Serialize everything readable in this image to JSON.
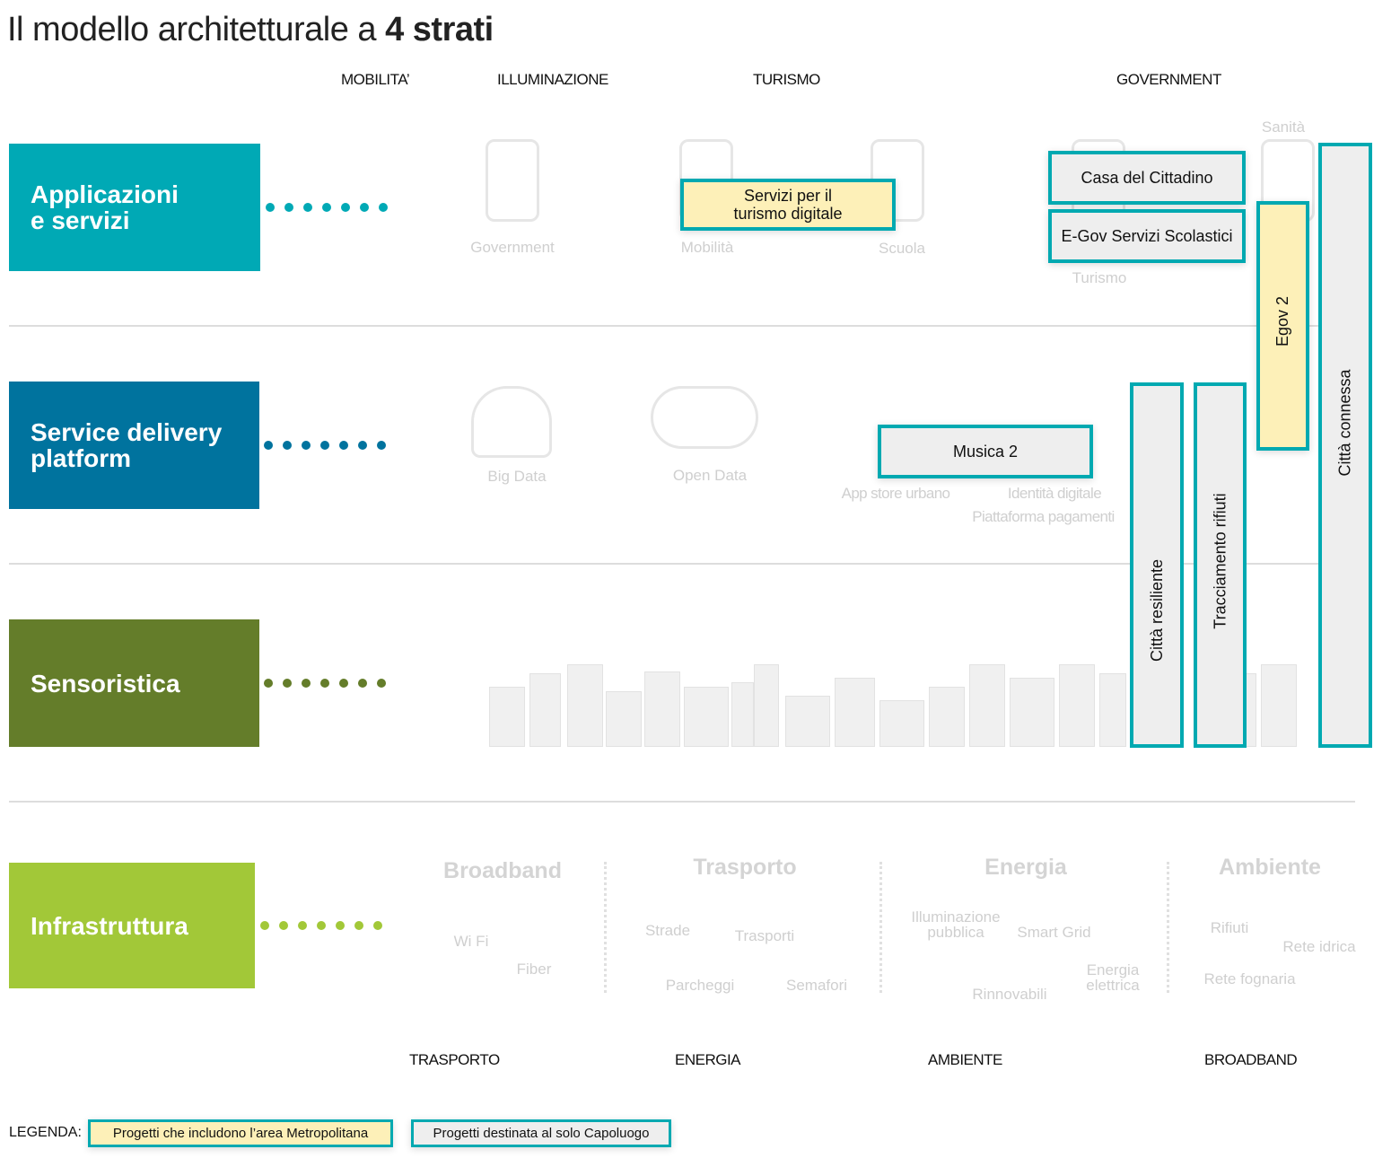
{
  "title": {
    "normal": "Il modello architetturale a ",
    "bold": "4 strati"
  },
  "top_categories": [
    "MOBILITA’",
    "ILLUMINAZIONE",
    "TURISMO",
    "GOVERNMENT"
  ],
  "bottom_categories": [
    "TRASPORTO",
    "ENERGIA",
    "AMBIENTE",
    "BROADBAND"
  ],
  "layers": [
    {
      "label": "Applicazioni e servizi",
      "color": "#00a9b5"
    },
    {
      "label": "Service delivery platform",
      "color": "#00739e"
    },
    {
      "label": "Sensoristica",
      "color": "#647d2a"
    },
    {
      "label": "Infrastruttura",
      "color": "#a2c838"
    }
  ],
  "app_items": [
    "Government",
    "Mobilità",
    "Scuola",
    "Turismo",
    "Sanità"
  ],
  "platform_items": [
    "Big Data",
    "Open Data",
    "App store urbano",
    "Identità digitale",
    "Piattaforma pagamenti"
  ],
  "infrastructure": {
    "groups": [
      {
        "title": "Broadband",
        "items": [
          "Wi Fi",
          "Fiber"
        ]
      },
      {
        "title": "Trasporto",
        "items": [
          "Strade",
          "Trasporti",
          "Parcheggi",
          "Semafori"
        ]
      },
      {
        "title": "Energia",
        "items": [
          "Illuminazione pubblica",
          "Smart Grid",
          "Rinnovabili",
          "Energia elettrica"
        ]
      },
      {
        "title": "Ambiente",
        "items": [
          "Rifiuti",
          "Rete idrica",
          "Rete fognaria"
        ]
      }
    ]
  },
  "projects": [
    {
      "label": "Servizi per il turismo digitale",
      "type": "metropolitana"
    },
    {
      "label": "Casa del Cittadino",
      "type": "capoluogo"
    },
    {
      "label": "E-Gov Servizi Scolastici",
      "type": "capoluogo"
    },
    {
      "label": "Musica 2",
      "type": "capoluogo"
    },
    {
      "label": "Città resiliente",
      "type": "capoluogo"
    },
    {
      "label": "Tracciamento rifiuti",
      "type": "capoluogo"
    },
    {
      "label": "Egov 2",
      "type": "metropolitana"
    },
    {
      "label": "Città connessa",
      "type": "capoluogo"
    }
  ],
  "legend": {
    "label": "LEGENDA:",
    "metropolitana": "Progetti che includono l’area Metropolitana",
    "capoluogo": "Progetti destinata al solo Capoluogo"
  },
  "colors": {
    "border": "#00a9b1",
    "metropolitana": "#fdf0b8",
    "capoluogo": "#eeeeee"
  }
}
